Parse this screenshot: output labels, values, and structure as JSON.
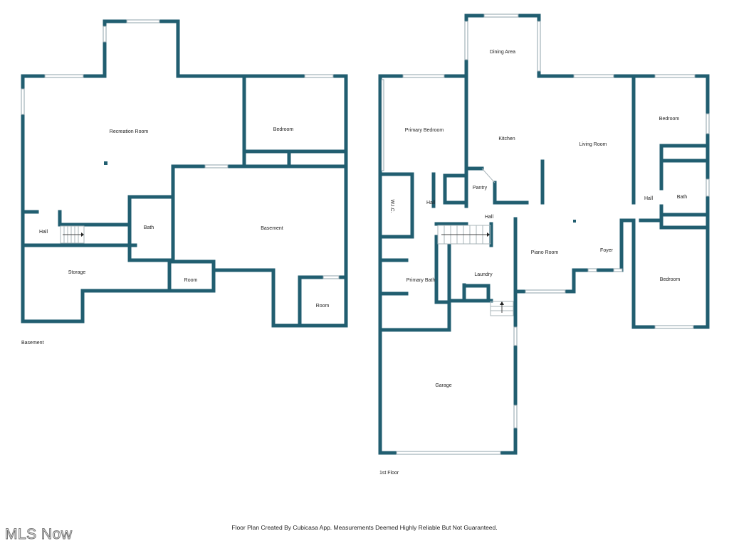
{
  "floors": {
    "basement": {
      "label": "Basement",
      "rooms": {
        "recreation_room": "Recreation Room",
        "bedroom": "Bedroom",
        "hall": "Hall",
        "bath": "Bath",
        "basement": "Basement",
        "storage": "Storage",
        "room_small": "Room",
        "room_corner": "Room"
      }
    },
    "first": {
      "label": "1st Floor",
      "rooms": {
        "dining_area": "Dining Area",
        "primary_bedroom": "Primary Bedroom",
        "kitchen": "Kitchen",
        "living_room": "Living Room",
        "bedroom_top": "Bedroom",
        "pantry": "Pantry",
        "wic": "W.I.C.",
        "hall_left": "Hall",
        "hall_center": "Hall",
        "hall_right": "Hall",
        "bath": "Bath",
        "piano_room": "Piano Room",
        "foyer": "Foyer",
        "primary_bath": "Primary Bath",
        "laundry": "Laundry",
        "bedroom_bottom": "Bedroom",
        "garage": "Garage"
      }
    }
  },
  "footer": {
    "disclaimer": "Floor Plan Created By Cubicasa App. Measurements Deemed Highly Reliable But Not Guaranteed.",
    "logo": "MLS Now"
  },
  "colors": {
    "wall": "#215e70",
    "background": "#ffffff"
  }
}
